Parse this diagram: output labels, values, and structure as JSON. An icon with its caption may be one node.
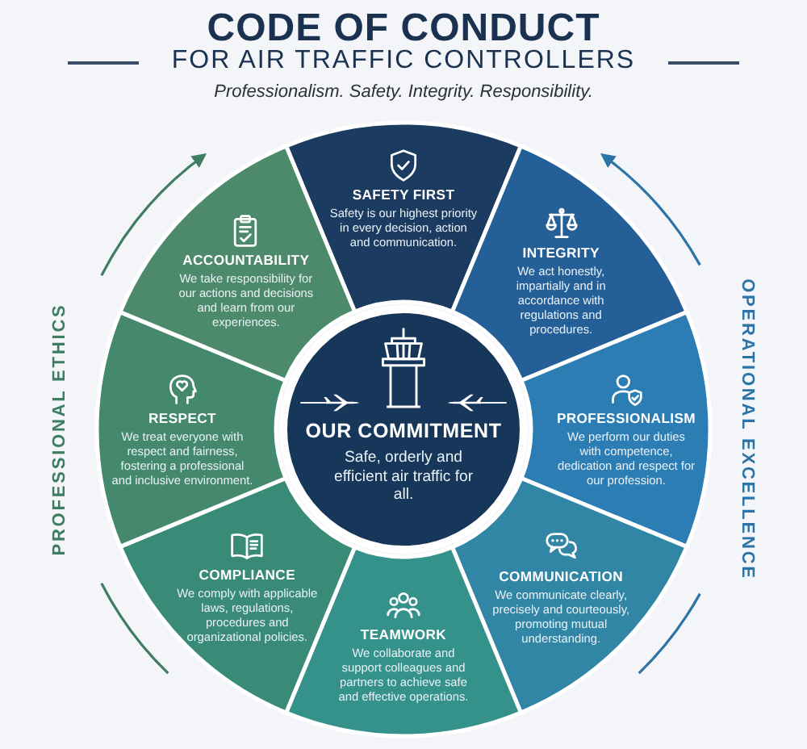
{
  "diagram": {
    "title": "CODE OF CONDUCT",
    "nodes": [
      {
        "text": [
          "SAFETY FIRST",
          "Safety is our highest priority in every decision, action and communication."
        ]
      },
      {
        "text": [
          "INTEGRITY",
          "We act honestly, impartially and in accordance with regulations and procedures."
        ]
      },
      {
        "text": [
          "PROFESSIONALISM",
          "We perform our duties with competence, dedication and respect for our profession."
        ]
      },
      {
        "text": [
          "COMMUNICATION",
          "We communicate clearly, precisely and courteously, promoting mutual understanding."
        ]
      },
      {
        "text": [
          "TEAMWORK",
          "We collaborate and support colleagues and partners to achieve safe and effective operations."
        ]
      },
      {
        "text": [
          "COMPLIANCE",
          "We comply with applicable laws, regulations, procedures and organizational policies."
        ]
      },
      {
        "text": [
          "RESPECT",
          "We treat everyone with respect and fairness, fostering a professional and inclusive environment."
        ]
      },
      {
        "text": [
          "ACCOUNTABILITY",
          "We take responsibility for our actions and decisions and learn from our experiences."
        ]
      },
      {
        "text": [
          "OUR COMMITMENT",
          "Safe, orderly and efficient air traffic for all."
        ]
      }
    ],
    "labels": [
      "FOR AIR TRAFFIC CONTROLLERS",
      "Professionalism. Safety. Integrity. Responsibility.",
      "PROFESSIONAL ETHICS",
      "OPERATIONAL EXCELLENCE"
    ]
  }
}
